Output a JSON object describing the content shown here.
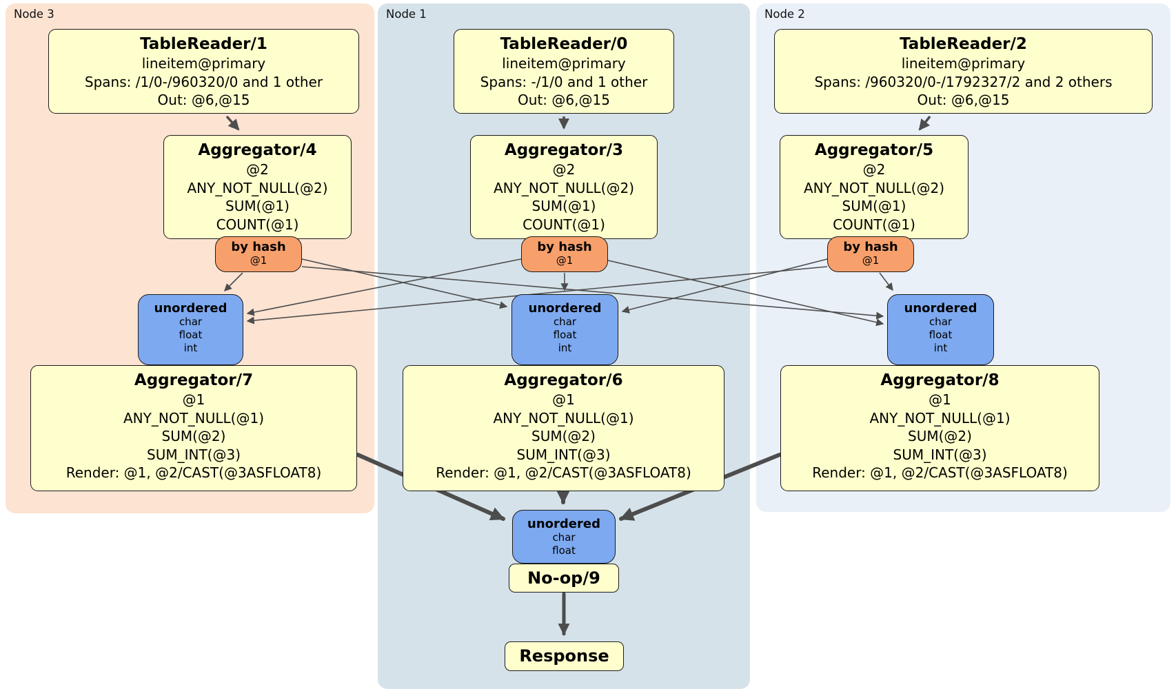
{
  "colors": {
    "node3_bg": "#fce3d2",
    "node1_bg": "#d6e2ea",
    "node2_bg": "#eaf0f8",
    "box_bg": "#ffffcd",
    "hash_router_bg": "#f7a06c",
    "sync_bg": "#7da9f0",
    "edge": "#4d4d4d"
  },
  "nodes": [
    {
      "label": "Node 3",
      "table_reader": {
        "title": "TableReader/1",
        "lines": [
          "lineitem@primary",
          "Spans: /1/0-/960320/0 and 1 other",
          "Out: @6,@15"
        ]
      },
      "aggregator_top": {
        "title": "Aggregator/4",
        "lines": [
          "@2",
          "ANY_NOT_NULL(@2)",
          "SUM(@1)",
          "COUNT(@1)"
        ]
      },
      "router": {
        "title": "by hash",
        "lines": [
          "@1"
        ]
      },
      "sync": {
        "title": "unordered",
        "lines": [
          "char",
          "float",
          "int"
        ]
      },
      "aggregator_bottom": {
        "title": "Aggregator/7",
        "lines": [
          "@1",
          "ANY_NOT_NULL(@1)",
          "SUM(@2)",
          "SUM_INT(@3)",
          "Render: @1, @2/CAST(@3ASFLOAT8)"
        ]
      }
    },
    {
      "label": "Node 1",
      "table_reader": {
        "title": "TableReader/0",
        "lines": [
          "lineitem@primary",
          "Spans: -/1/0 and 1 other",
          "Out: @6,@15"
        ]
      },
      "aggregator_top": {
        "title": "Aggregator/3",
        "lines": [
          "@2",
          "ANY_NOT_NULL(@2)",
          "SUM(@1)",
          "COUNT(@1)"
        ]
      },
      "router": {
        "title": "by hash",
        "lines": [
          "@1"
        ]
      },
      "sync": {
        "title": "unordered",
        "lines": [
          "char",
          "float",
          "int"
        ]
      },
      "aggregator_bottom": {
        "title": "Aggregator/6",
        "lines": [
          "@1",
          "ANY_NOT_NULL(@1)",
          "SUM(@2)",
          "SUM_INT(@3)",
          "Render: @1, @2/CAST(@3ASFLOAT8)"
        ]
      }
    },
    {
      "label": "Node 2",
      "table_reader": {
        "title": "TableReader/2",
        "lines": [
          "lineitem@primary",
          "Spans: /960320/0-/1792327/2 and 2 others",
          "Out: @6,@15"
        ]
      },
      "aggregator_top": {
        "title": "Aggregator/5",
        "lines": [
          "@2",
          "ANY_NOT_NULL(@2)",
          "SUM(@1)",
          "COUNT(@1)"
        ]
      },
      "router": {
        "title": "by hash",
        "lines": [
          "@1"
        ]
      },
      "sync": {
        "title": "unordered",
        "lines": [
          "char",
          "float",
          "int"
        ]
      },
      "aggregator_bottom": {
        "title": "Aggregator/8",
        "lines": [
          "@1",
          "ANY_NOT_NULL(@1)",
          "SUM(@2)",
          "SUM_INT(@3)",
          "Render: @1, @2/CAST(@3ASFLOAT8)"
        ]
      }
    }
  ],
  "final": {
    "sync": {
      "title": "unordered",
      "lines": [
        "char",
        "float"
      ]
    },
    "noop": {
      "title": "No-op/9"
    },
    "response": {
      "title": "Response"
    }
  }
}
